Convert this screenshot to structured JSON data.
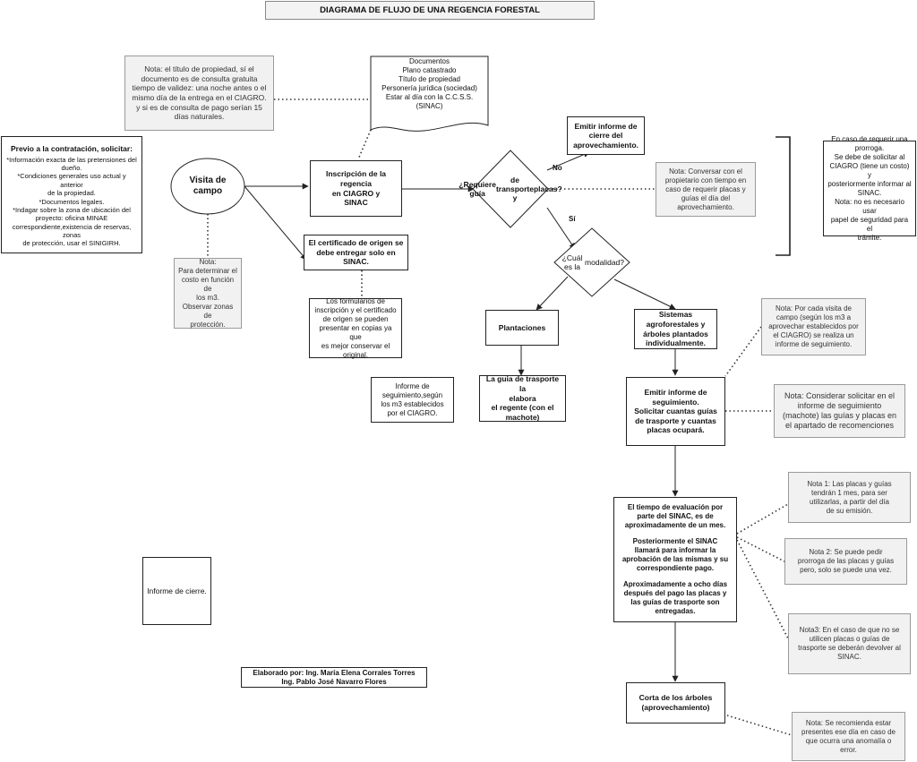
{
  "title": "DIAGRAMA DE FLUJO DE UNA REGENCIA FORESTAL",
  "nodes": {
    "note_titulo": [
      "Nota: el título de propiedad, sí el",
      "documento es de consulta gratuita",
      "tiempo de validez: una noche antes o el",
      "mismo día de la entrega en el CIAGRO.",
      "y si es de consulta de pago serían 15",
      "días naturales."
    ],
    "documentos": [
      "Documentos",
      "Plano catastrado",
      "Título de propiedad",
      "Personería jurídica (sociedad)",
      "Estar al día con la C.C.S.S.",
      "(SINAC)"
    ],
    "previo_title": "Previo a la contratación, solicitar:",
    "previo_lines": [
      "*Información exacta de las pretensiones del",
      "dueño.",
      "*Condiciones generales  uso actual y anterior",
      "de la propiedad.",
      "*Documentos legales.",
      "*Indagar sobre la zona de ubicación del",
      "proyecto: oficina MINAE",
      "correspondiente,existencia de reservas, zonas",
      "de protección, usar el SINIGIRH."
    ],
    "visita": "Visita de campo",
    "inscripcion": [
      "Inscripción de la",
      "regencia",
      "en CIAGRO y",
      "SINAC"
    ],
    "requiere_guia": [
      "¿Requiere guía",
      "de transporte y",
      "placas?"
    ],
    "emitir_cierre": [
      "Emitir informe de",
      "cierre del",
      "aprovechamiento."
    ],
    "note_conversar": [
      "Nota: Conversar con el",
      "propietario con tiempo en",
      "caso de requerir placas y",
      "guías el día del",
      "aprovechamiento."
    ],
    "prorroga": [
      "En caso de requerir una",
      "prorroga.",
      "Se debe de solicitar al",
      "CIAGRO (tiene un costo) y",
      "posteriormente informar al",
      "SINAC.",
      "Nota: no es necesario usar",
      "papel de seguridad para el",
      "trámite."
    ],
    "certificado": [
      "El certificado de origen se",
      "debe entregar solo en",
      "SINAC."
    ],
    "note_costo": [
      "Nota:",
      "Para determinar el",
      "costo en función de",
      "los m3.",
      "Observar zonas de",
      "protección."
    ],
    "formularios": [
      "Los formularios de",
      "inscripción y el certificado",
      "de origen se pueden",
      "presentar en copias ya que",
      "es mejor conservar el",
      "original."
    ],
    "modalidad": [
      "¿Cuál es la",
      "modalidad?"
    ],
    "plantaciones": "Plantaciones",
    "sistemas": [
      "Sistemas",
      "agroforestales y",
      "árboles plantados",
      "individualmente."
    ],
    "note_visita": [
      "Nota: Por cada visita de",
      "campo (según los m3 a",
      "aprovechar establecidos por",
      "el CIAGRO) se realiza un",
      "informe de seguimiento."
    ],
    "informe_seg": [
      "Informe de",
      "seguimiento,según",
      "los m3 establecidos",
      "por el CIAGRO."
    ],
    "guia_regente": [
      "La guia de trasporte la",
      "elabora",
      "el regente (con el",
      "machote)"
    ],
    "emitir_seg": [
      "Emitir informe de",
      "seguimiento.",
      "Solicitar cuantas guías",
      "de trasporte y cuantas",
      "placas ocupará."
    ],
    "note_considerar": [
      "Nota: Considerar solicitar en el",
      "informe de seguimiento",
      "(machote) las guías y placas en",
      "el apartado de recomenciones"
    ],
    "tiempo": {
      "p1": [
        "El tiempo de evaluación por",
        "parte del SINAC, es de",
        "aproximadamente de un mes."
      ],
      "p2": [
        "Posteriormente el SINAC",
        "llamará para informar la",
        "aprobación de las mismas y su",
        "correspondiente pago."
      ],
      "p3": [
        "Aproximadamente a ocho días",
        "después del pago las placas y",
        "las guías de trasporte son",
        "entregadas."
      ]
    },
    "nota1": [
      "Nota 1: Las placas y guías",
      "tendrán 1 mes, para ser",
      "utilizarlas, a partir del día",
      "de su emisión."
    ],
    "nota2": [
      "Nota 2: Se puede pedir",
      "prorroga de las placas y guías",
      "pero, solo se puede una vez."
    ],
    "nota3": [
      "Nota3: En el caso de que no se",
      "utilicen placas o guías de",
      "trasporte se deberán devolver al",
      "SINAC."
    ],
    "informe_cierre": "Informe de cierre.",
    "elaborado": [
      "Elaborado por: Ing. María Elena Corrales Torres",
      "Ing. Pablo José Navarro Flores"
    ],
    "corta": [
      "Corta de los árboles",
      "(aprovechamiento)"
    ],
    "note_corta": [
      "Nota: Se recomienda estar",
      "presentes ese día en caso de",
      "que ocurra una anomalía o",
      "error."
    ]
  },
  "edge_labels": {
    "no": "No",
    "si": "Sí"
  }
}
